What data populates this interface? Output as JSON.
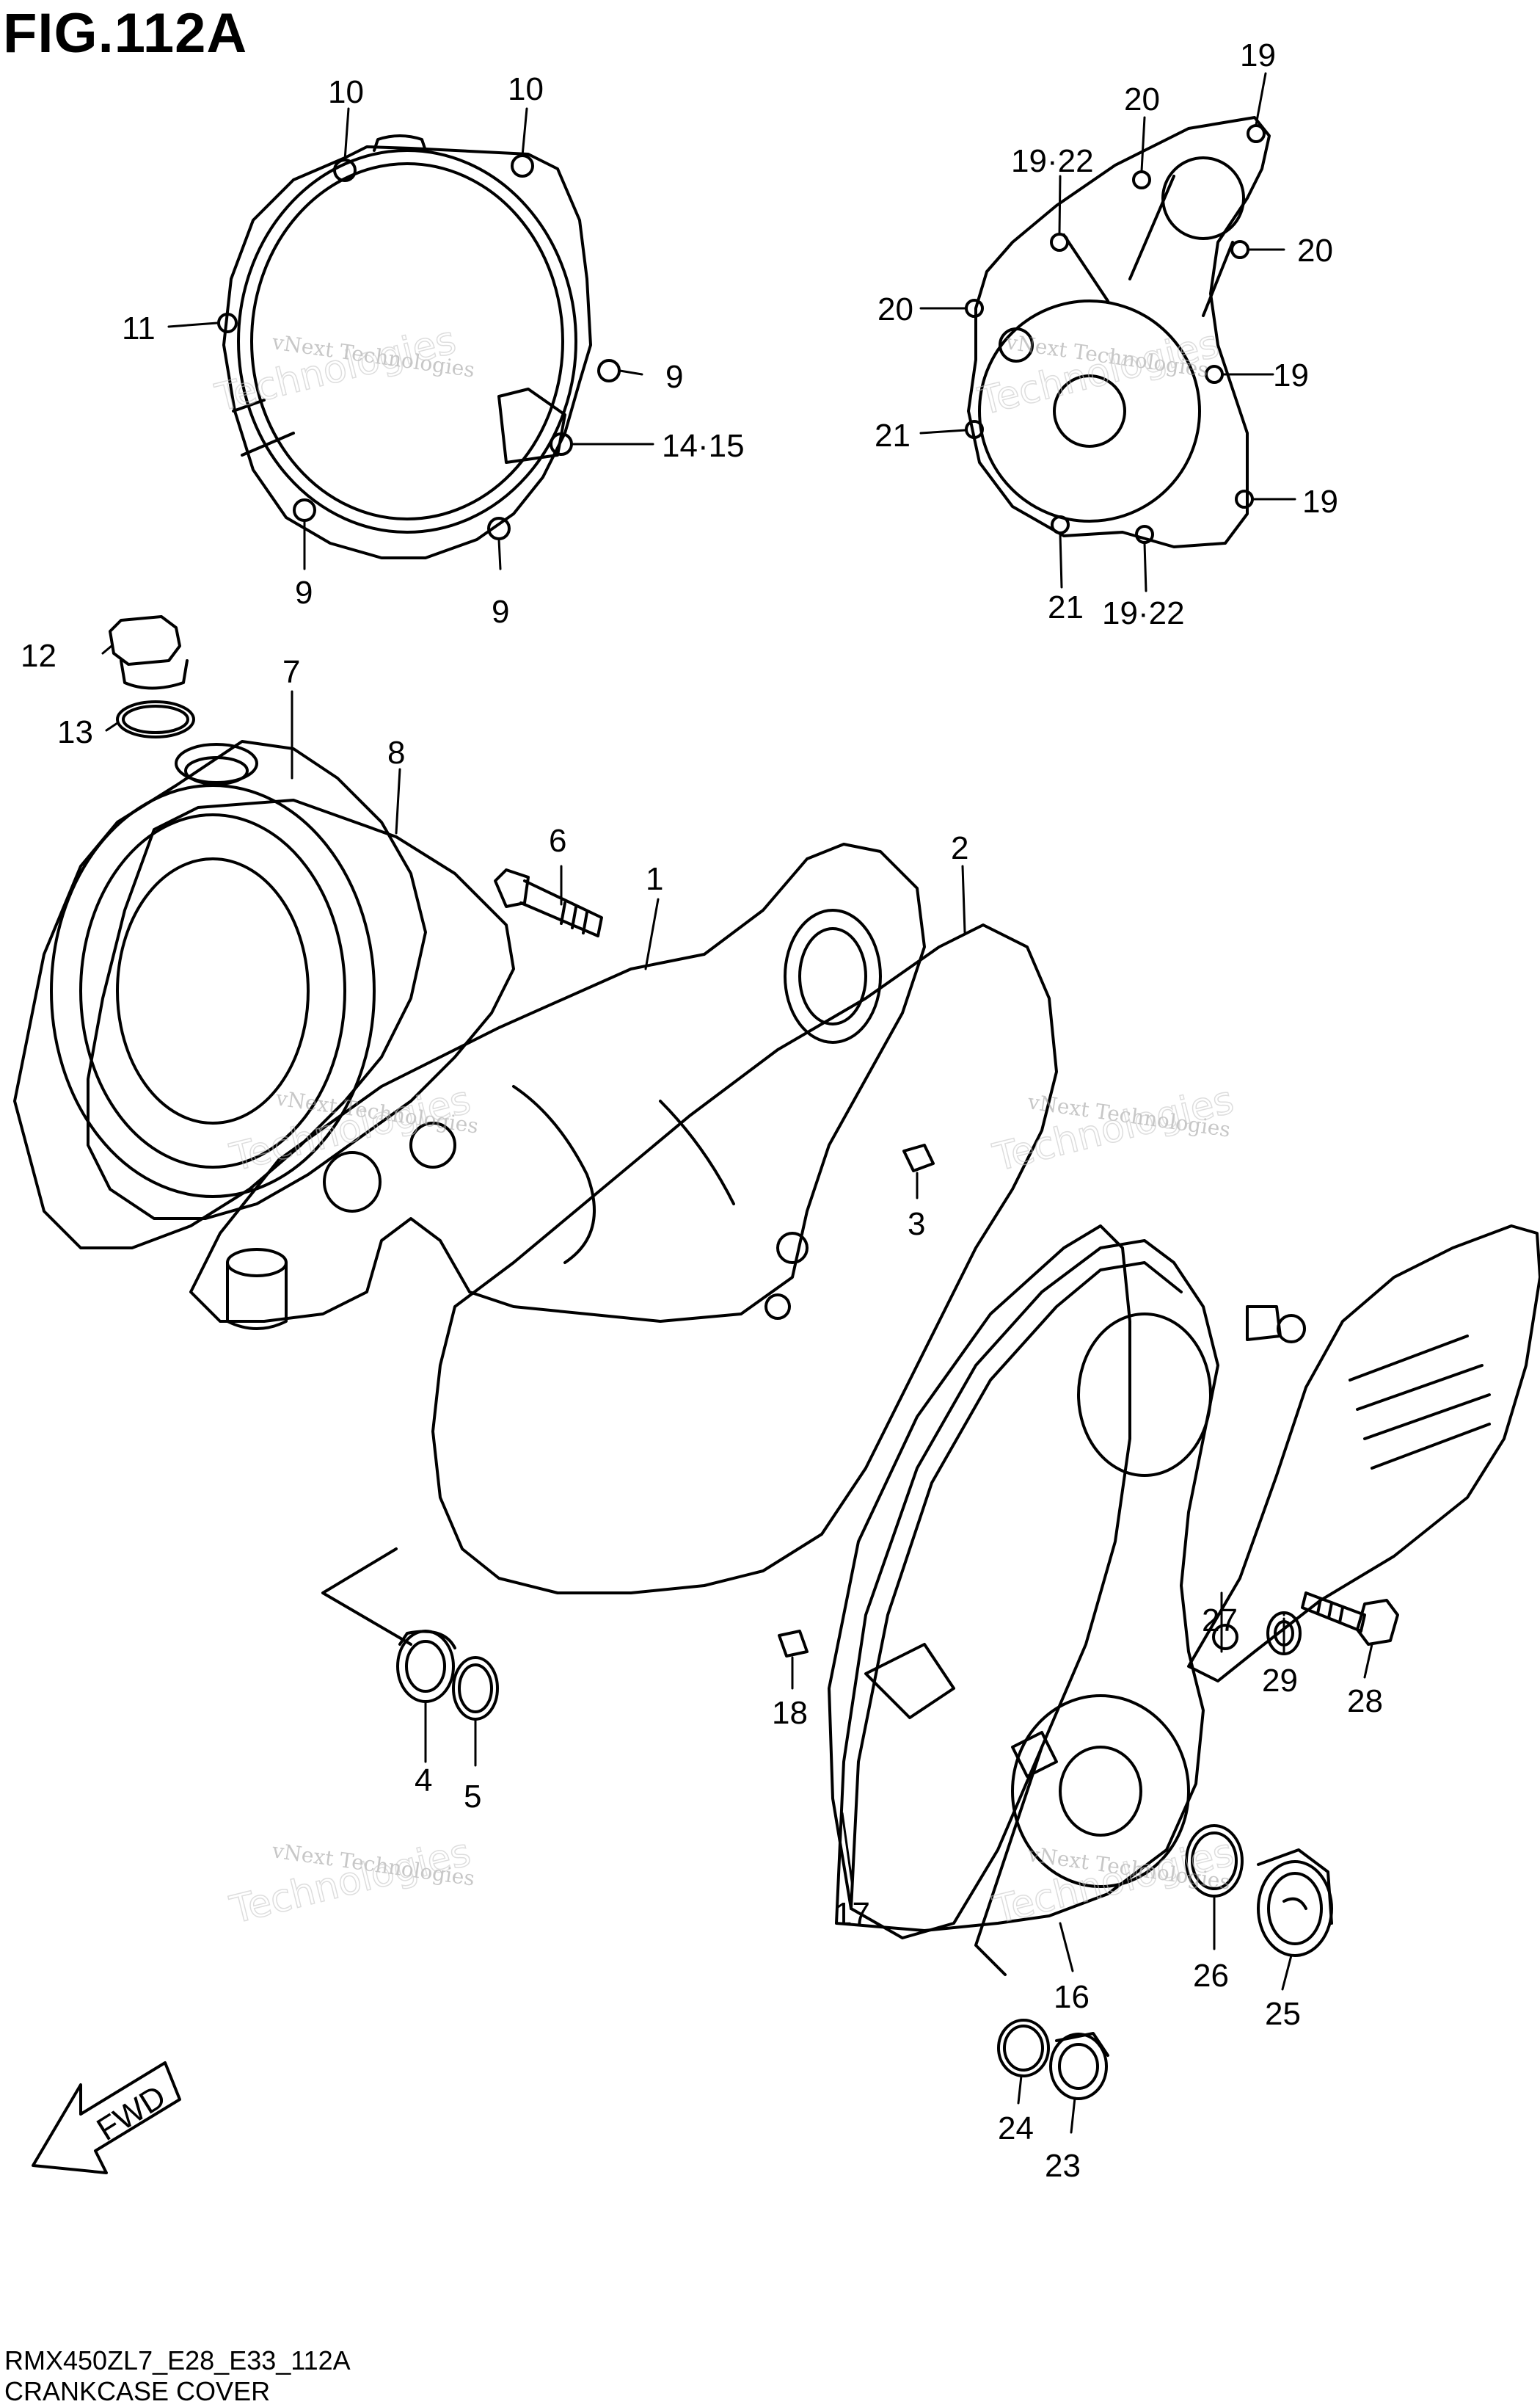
{
  "title": "FIG.112A",
  "footer": {
    "code": "RMX450ZL7_E28_E33_112A",
    "name": "CRANKCASE COVER"
  },
  "fwd_label": "FWD",
  "watermark": {
    "line1": "vNext Technologies",
    "line2": "vNext",
    "line3": "Technologies"
  },
  "callouts": {
    "c1": "1",
    "c2": "2",
    "c3": "3",
    "c4": "4",
    "c5": "5",
    "c6": "6",
    "c7": "7",
    "c8": "8",
    "c9a": "9",
    "c9b": "9",
    "c9c": "9",
    "c10a": "10",
    "c10b": "10",
    "c11": "11",
    "c12": "12",
    "c13": "13",
    "c14_15": "14·15",
    "c16": "16",
    "c17": "17",
    "c18": "18",
    "c19a": "19",
    "c19b": "19",
    "c19c": "19",
    "c19_22a": "19·22",
    "c19_22b": "19·22",
    "c20a": "20",
    "c20b": "20",
    "c20c": "20",
    "c21a": "21",
    "c21b": "21",
    "c23": "23",
    "c24": "24",
    "c25": "25",
    "c26": "26",
    "c27": "27",
    "c28": "28",
    "c29": "29"
  },
  "colors": {
    "line": "#000000",
    "watermark": "#9a9a9a"
  }
}
